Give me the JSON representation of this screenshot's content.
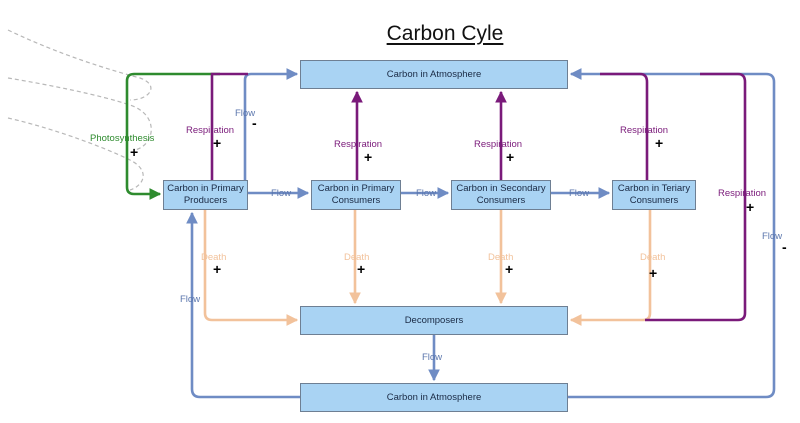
{
  "title": "Carbon Cyle",
  "nodes": {
    "atmosphere_top": "Carbon in Atmosphere",
    "primary_producers": "Carbon in Primary Producers",
    "primary_consumers": "Carbon in Primary Consumers",
    "secondary_consumers": "Carbon in Secondary Consumers",
    "tertiary_consumers": "Carbon in Teriary Consumers",
    "decomposers": "Decomposers",
    "atmosphere_bottom": "Carbon in Atmosphere"
  },
  "labels": {
    "flow": "Flow",
    "respiration": "Respiration",
    "death": "Death",
    "photosynthesis": "Photosynthesis"
  },
  "signs": {
    "plus": "+",
    "minus": "-"
  },
  "colors": {
    "node_fill": "#a9d3f3",
    "flow": "#6f8cc4",
    "respiration": "#7a1a7a",
    "death": "#f2c29b",
    "photosynthesis": "#2e8b2e",
    "sunlight_dashes": "#b8b8b8"
  }
}
